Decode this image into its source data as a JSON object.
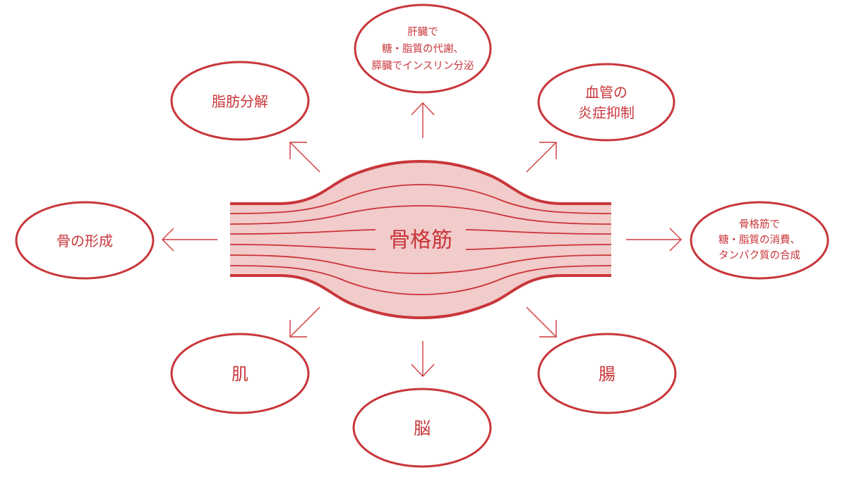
{
  "colors": {
    "accent": "#c8363a",
    "muscle_fill": "#f2cbcb",
    "background": "#ffffff"
  },
  "center": {
    "label": "骨格筋"
  },
  "nodes": [
    {
      "id": "liver-pancreas",
      "lines": [
        "肝臓で",
        "糖・脂質の代謝、",
        "膵臓でインスリン分泌"
      ],
      "direction": "up"
    },
    {
      "id": "lipolysis",
      "lines": [
        "脂肪分解"
      ],
      "direction": "up-left"
    },
    {
      "id": "vascular",
      "lines": [
        "血管の",
        "炎症抑制"
      ],
      "direction": "up-right"
    },
    {
      "id": "bone",
      "lines": [
        "骨の形成"
      ],
      "direction": "left"
    },
    {
      "id": "skeletal-muscle",
      "lines": [
        "骨格筋で",
        "糖・脂質の消費、",
        "タンパク質の合成"
      ],
      "direction": "right"
    },
    {
      "id": "skin",
      "lines": [
        "肌"
      ],
      "direction": "down-left"
    },
    {
      "id": "brain",
      "lines": [
        "脳"
      ],
      "direction": "down"
    },
    {
      "id": "intestine",
      "lines": [
        "腸"
      ],
      "direction": "down-right"
    }
  ]
}
